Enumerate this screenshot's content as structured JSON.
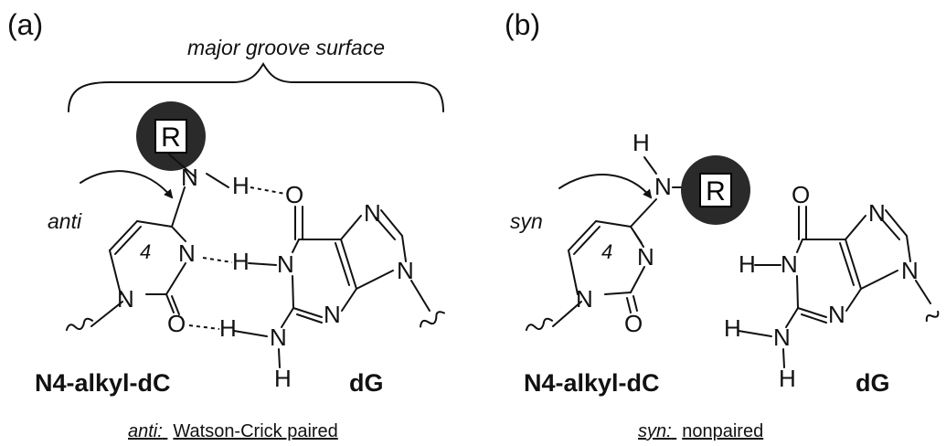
{
  "panel_a": {
    "label": "(a)",
    "groove_label": "major groove surface",
    "conformation_label": "anti",
    "ring_number": "4",
    "r_label": "R",
    "left_name": "N4-alkyl-dC",
    "right_name": "dG",
    "caption_term": "anti:",
    "caption_text": "Watson-Crick paired",
    "atoms": {
      "N": "N",
      "H": "H",
      "O": "O"
    }
  },
  "panel_b": {
    "label": "(b)",
    "conformation_label": "syn",
    "ring_number": "4",
    "r_label": "R",
    "left_name": "N4-alkyl-dC",
    "right_name": "dG",
    "caption_term": "syn:",
    "caption_text": "nonpaired",
    "atoms": {
      "N": "N",
      "H": "H",
      "O": "O"
    }
  },
  "colors": {
    "ink": "#111111",
    "r_circle": "#2a2a2a",
    "r_box": "#ffffff"
  }
}
